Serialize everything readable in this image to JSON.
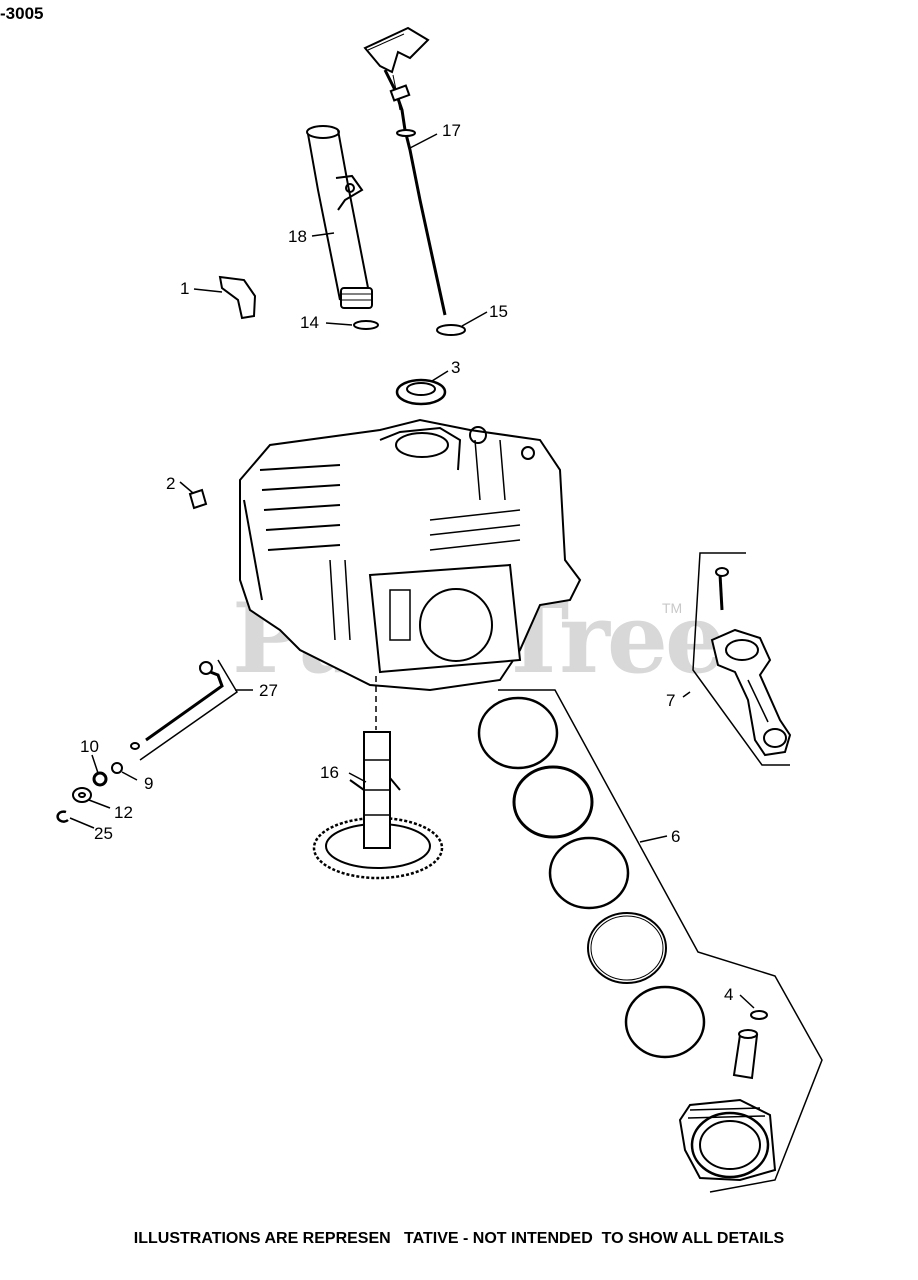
{
  "header": {
    "page_id": "-3005"
  },
  "watermark": {
    "text": "PartsTree",
    "trademark": "TM"
  },
  "callouts": [
    {
      "id": "1",
      "text": "1"
    },
    {
      "id": "2",
      "text": "2"
    },
    {
      "id": "3",
      "text": "3"
    },
    {
      "id": "4",
      "text": "4"
    },
    {
      "id": "6",
      "text": "6"
    },
    {
      "id": "7",
      "text": "7"
    },
    {
      "id": "9",
      "text": "9"
    },
    {
      "id": "10",
      "text": "10"
    },
    {
      "id": "12",
      "text": "12"
    },
    {
      "id": "14",
      "text": "14"
    },
    {
      "id": "15",
      "text": "15"
    },
    {
      "id": "16",
      "text": "16"
    },
    {
      "id": "17",
      "text": "17"
    },
    {
      "id": "18",
      "text": "18"
    },
    {
      "id": "25",
      "text": "25"
    },
    {
      "id": "27",
      "text": "27"
    }
  ],
  "footer": {
    "disclaimer": "ILLUSTRATIONS ARE REPRESEN   TATIVE - NOT INTENDED  TO SHOW ALL DETAILS"
  }
}
